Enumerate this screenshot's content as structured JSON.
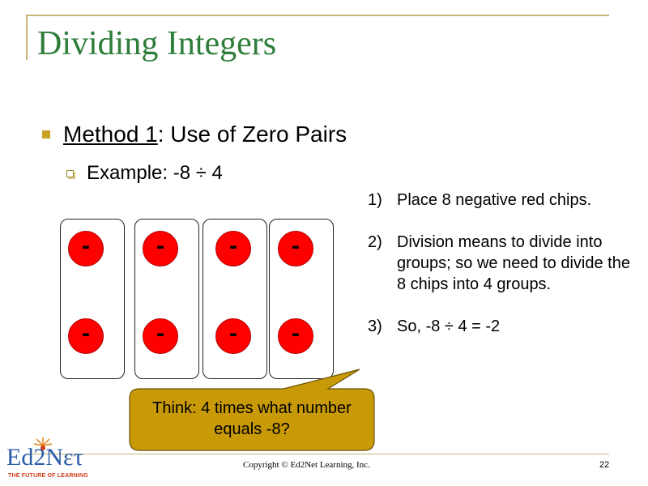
{
  "title": "Dividing Integers",
  "bullet": {
    "method_label": "Method 1",
    "method_rest": ": Use of Zero Pairs",
    "example": "Example: -8 ÷ 4"
  },
  "groups": [
    {
      "chips": [
        "-",
        "-"
      ]
    },
    {
      "chips": [
        "-",
        "-"
      ]
    },
    {
      "chips": [
        "-",
        "-"
      ]
    },
    {
      "chips": [
        "-",
        "-"
      ]
    }
  ],
  "steps": [
    {
      "num": "1)",
      "text": "Place 8 negative red chips."
    },
    {
      "num": "2)",
      "text": "Division means to divide into groups; so we need to divide the 8 chips into 4 groups."
    },
    {
      "num": "3)",
      "text": "So, -8 ÷ 4 = -2"
    }
  ],
  "callout": "Think: 4 times what number equals -8?",
  "footer": {
    "copyright": "Copyright © Ed2Net Learning, Inc.",
    "page": "22"
  },
  "logo": {
    "name": "Ed2Nετ",
    "tagline": "THE FUTURE OF LEARNING"
  },
  "colors": {
    "title": "#2e7d3a",
    "bullet": "#c9a227",
    "chip": "#ff0000",
    "callout_fill": "#c99a08",
    "frame": "#c9b77a"
  }
}
